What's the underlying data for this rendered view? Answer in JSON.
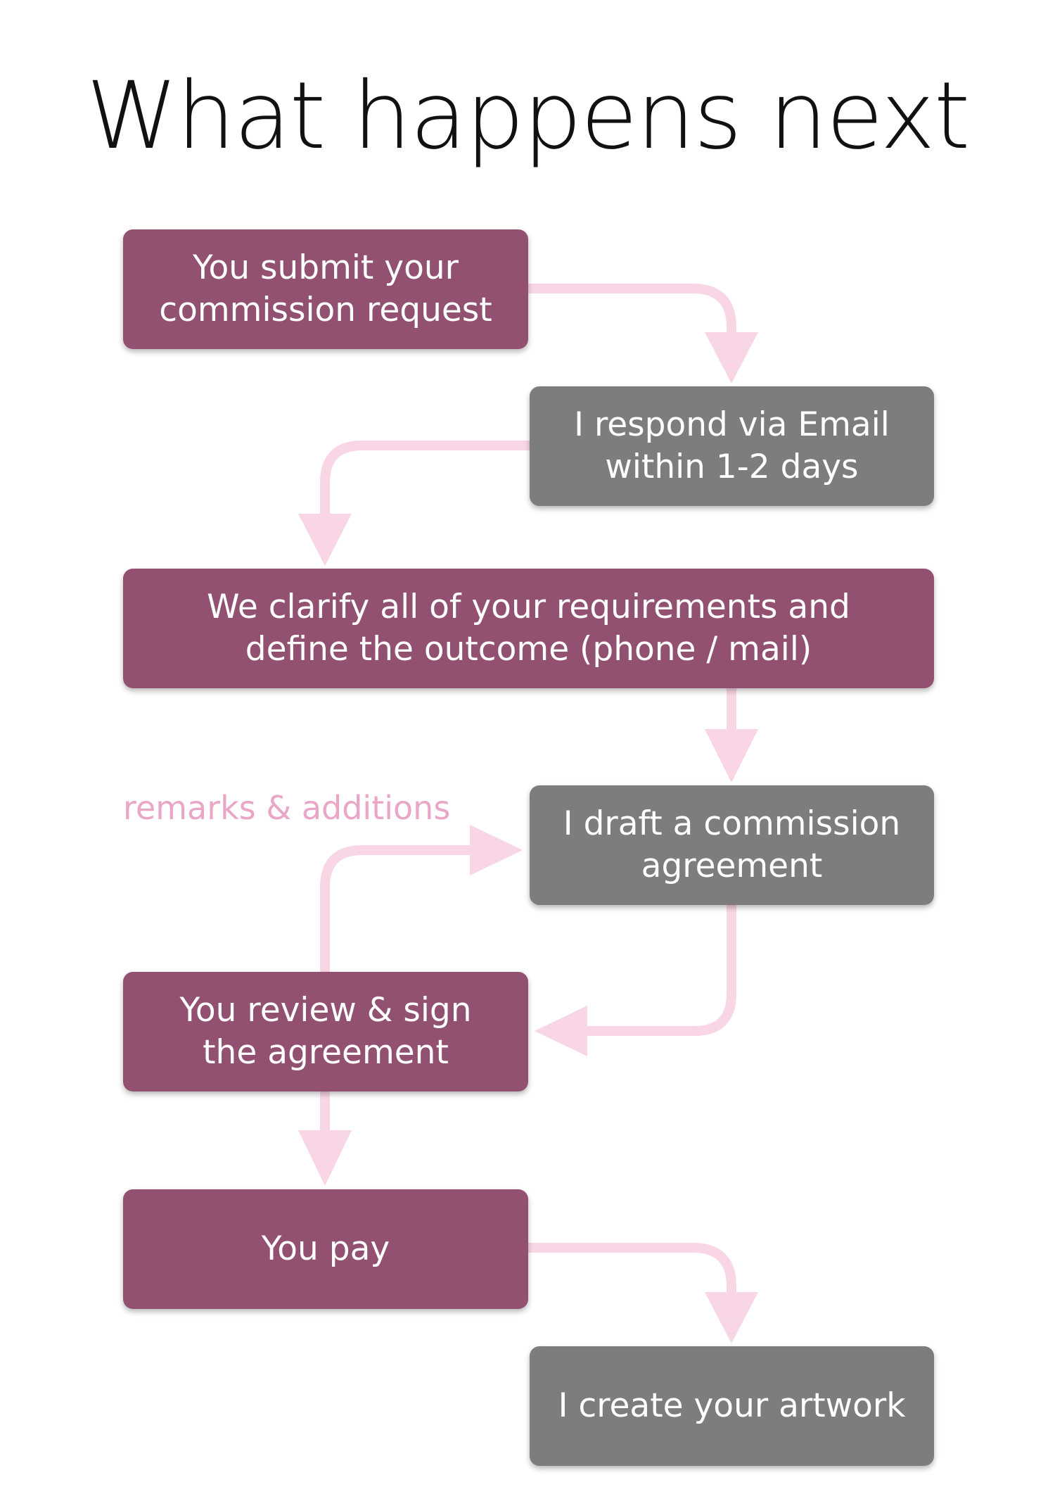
{
  "title": "What happens next",
  "colors": {
    "client_step": "#925170",
    "artist_step": "#7d7d7d",
    "connector": "#f8d6e5",
    "annotation": "#e9a6c7"
  },
  "steps": [
    {
      "text": "You submit your\ncommission request",
      "actor": "client"
    },
    {
      "text": "I respond via Email\nwithin 1-2 days",
      "actor": "artist"
    },
    {
      "text": "We clarify all of your requirements and\ndefine the outcome (phone / mail)",
      "actor": "client"
    },
    {
      "text": "I draft a commission\nagreement",
      "actor": "artist"
    },
    {
      "text": "You review & sign\nthe agreement",
      "actor": "client"
    },
    {
      "text": "You pay",
      "actor": "client"
    },
    {
      "text": "I create your artwork",
      "actor": "artist"
    }
  ],
  "annotation": "remarks & additions"
}
